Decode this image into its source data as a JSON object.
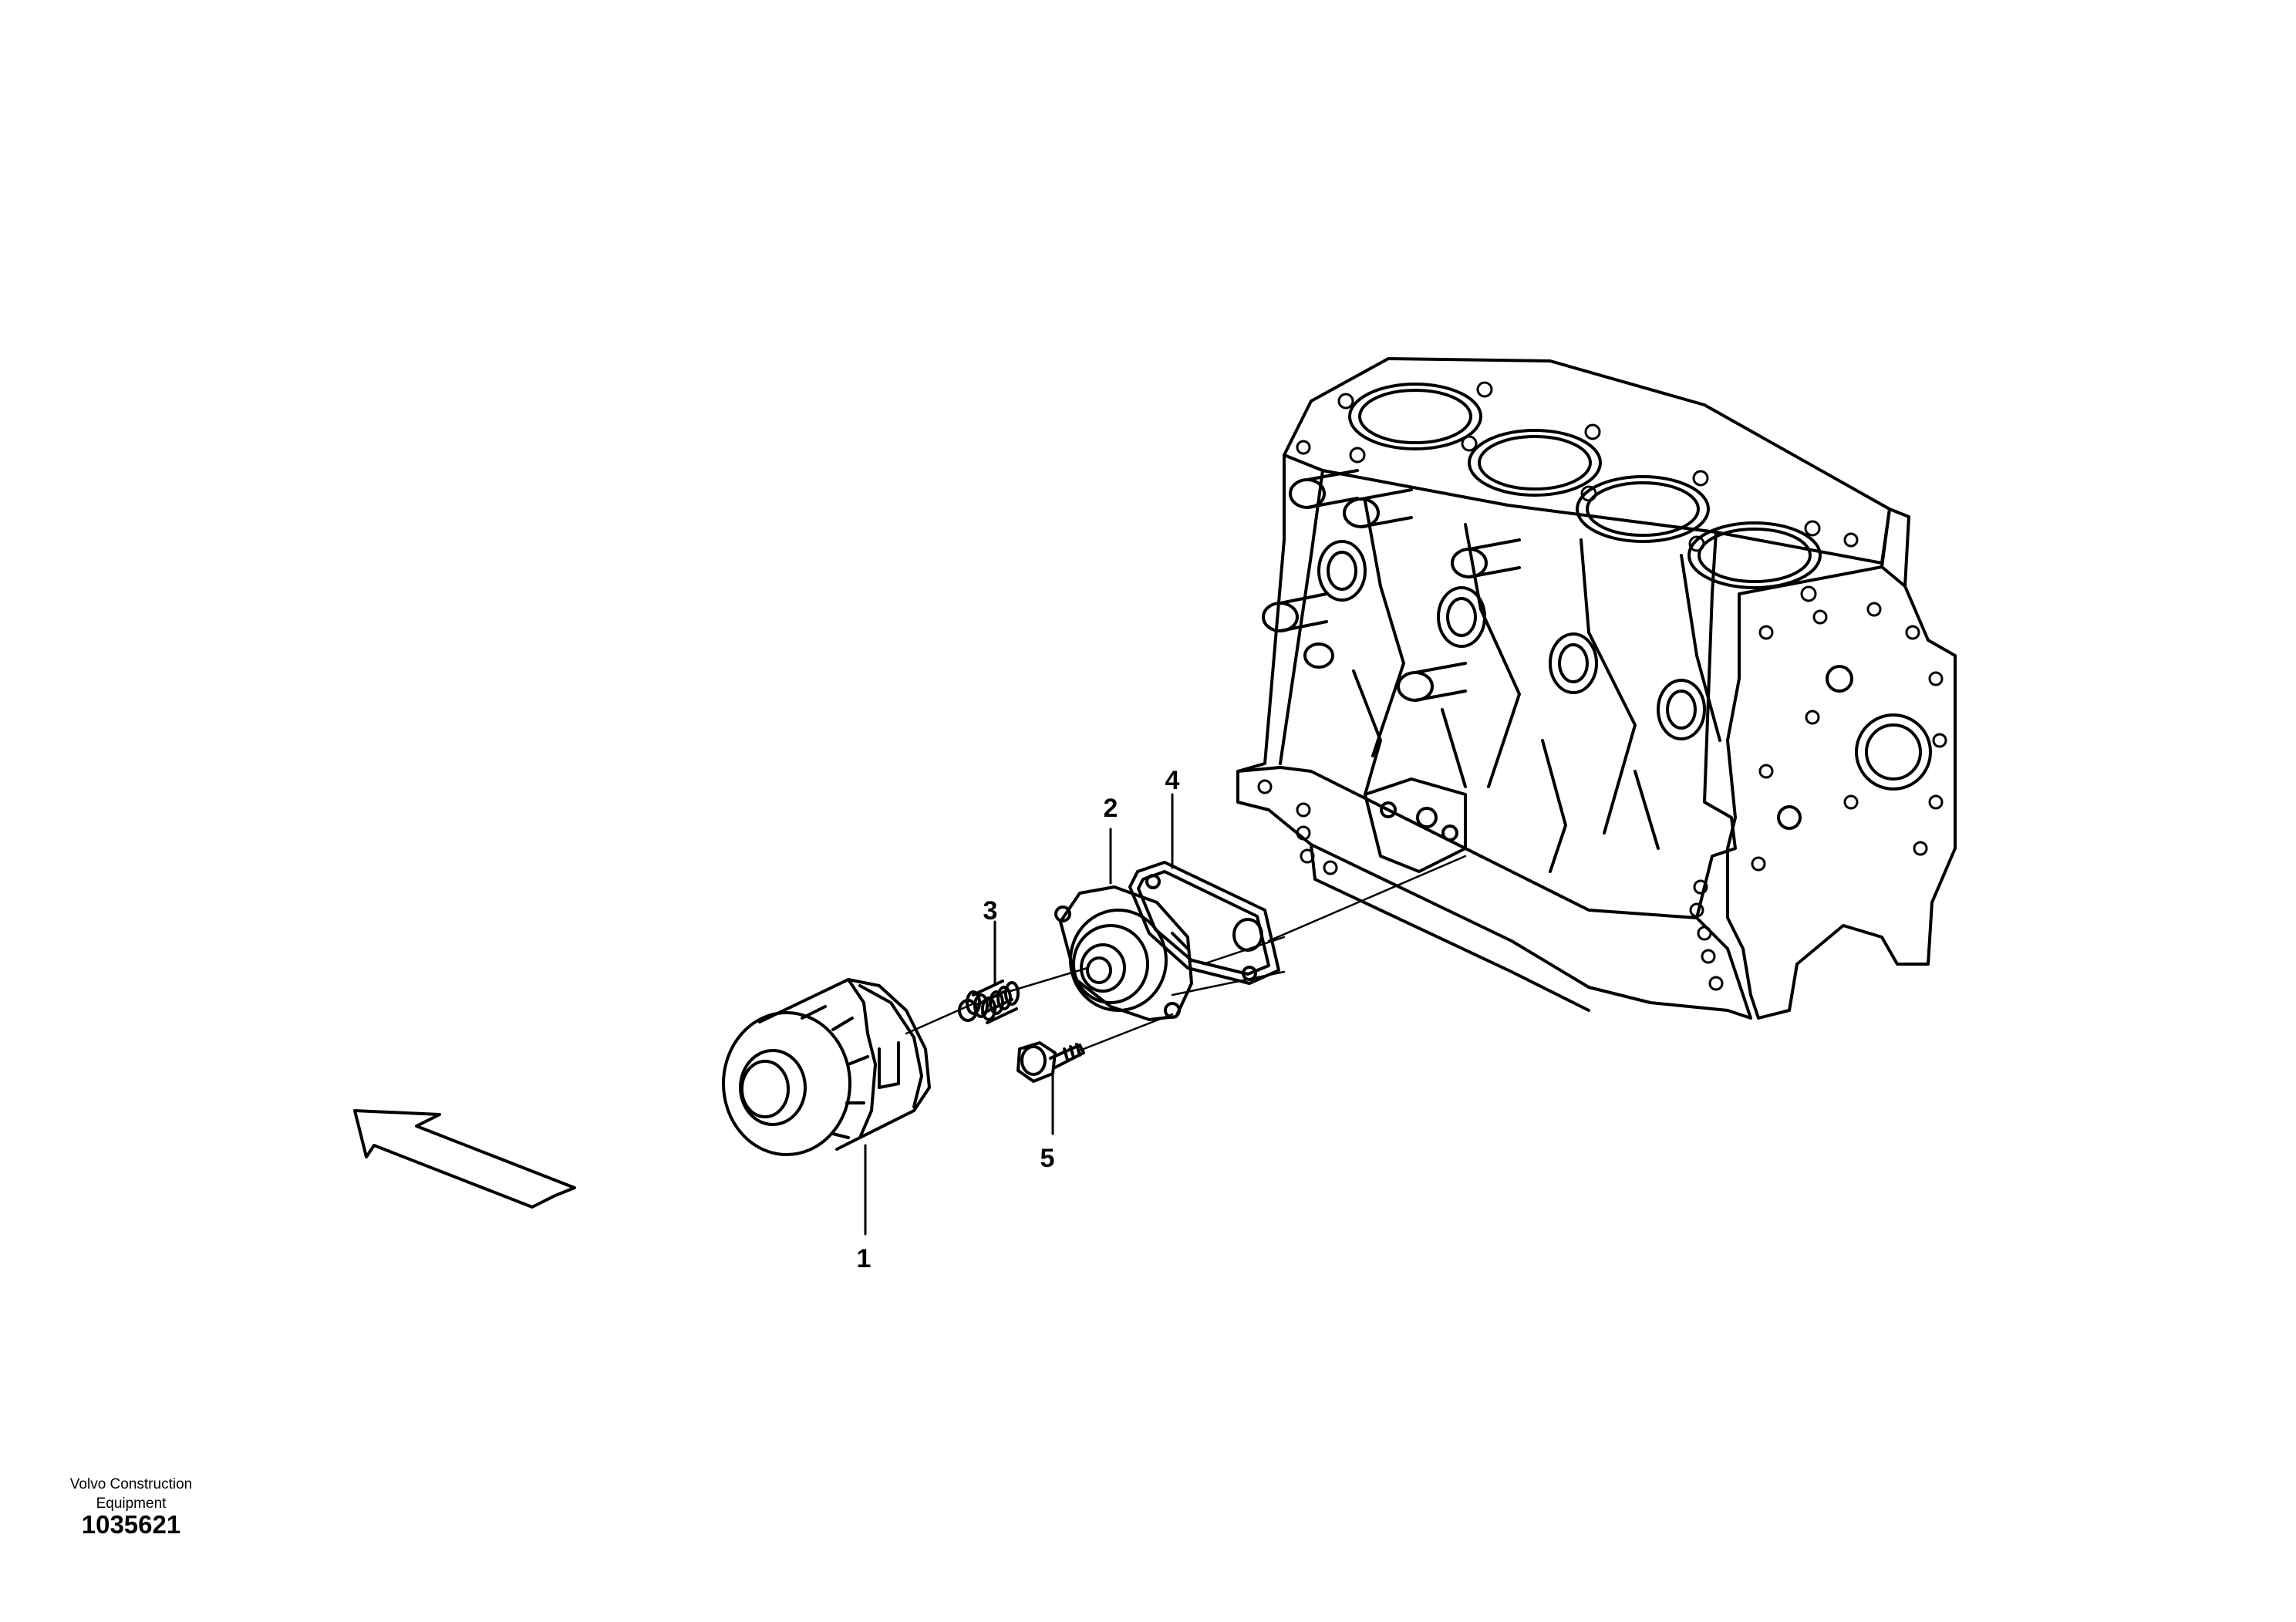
{
  "callouts": {
    "c1": "1",
    "c2": "2",
    "c3": "3",
    "c4": "4",
    "c5": "5"
  },
  "footer": {
    "brand_line1": "Volvo Construction",
    "brand_line2": "Equipment",
    "figure_number": "1035621"
  },
  "colors": {
    "line": "#000000",
    "background": "#ffffff"
  }
}
